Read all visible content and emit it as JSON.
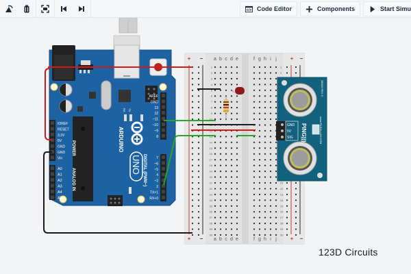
{
  "toolbar": {
    "left_buttons": [
      {
        "icon": "rotate-icon",
        "label": "Rotate"
      },
      {
        "icon": "trash-icon",
        "label": "Delete"
      },
      {
        "icon": "fit-view-icon",
        "label": "Fit to view"
      },
      {
        "icon": "step-back-icon",
        "label": "Step back"
      },
      {
        "icon": "step-forward-icon",
        "label": "Step forward"
      }
    ],
    "code_editor_label": "Code Editor",
    "components_label": "Components",
    "start_simulation_label": "Start Simu"
  },
  "arduino": {
    "brand": "ARDUINO",
    "model": "UNO",
    "power_header_label": "POWER",
    "analog_header_label": "ANALOG IN",
    "digital_header_label": "DIGITAL (PWM~)",
    "power_pins": [
      "IOREF",
      "RESET",
      "3.3V",
      "5V",
      "GND",
      "GND",
      "Vin"
    ],
    "analog_pins": [
      "A0",
      "A1",
      "A2",
      "A3",
      "A4",
      "A5"
    ],
    "digital_pins_top": [
      "AREF",
      "GND",
      "13",
      "12",
      "~11",
      "~10",
      "~9",
      "8"
    ],
    "digital_pins_bottom": [
      "7",
      "~6",
      "~5",
      "4",
      "~3",
      "2",
      "TX+1",
      "RX+0"
    ],
    "led_labels": [
      "RX",
      "TX",
      "L",
      "ON"
    ]
  },
  "breadboard": {
    "columns_left": [
      "a",
      "b",
      "c",
      "d",
      "e"
    ],
    "columns_right": [
      "f",
      "g",
      "h",
      "i",
      "j"
    ],
    "rail_plus": "+",
    "rail_minus": "−",
    "rows": 30
  },
  "ping_sensor": {
    "name": "PING)))",
    "pins": [
      "GND",
      "5V",
      "SIG"
    ],
    "website": "www.PARALLAX.COM",
    "part_no": "28015 REV C"
  },
  "colors": {
    "arduino_blue": "#1d63a3",
    "sensor_teal": "#13627d",
    "wire_red": "#d21a1a",
    "wire_black": "#1a1a1a",
    "wire_green": "#27a62a",
    "led_red": "#8e1b1b"
  },
  "brand_text": "123D Circuits"
}
